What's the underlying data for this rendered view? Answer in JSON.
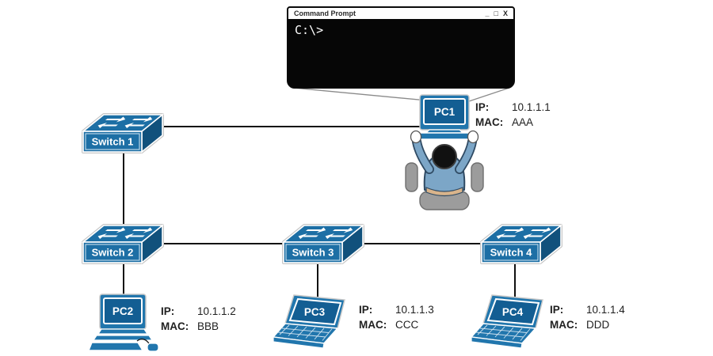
{
  "terminal": {
    "title": "Command Prompt",
    "minimize": "_",
    "maximize": "□",
    "close": "X",
    "prompt": "C:\\>"
  },
  "switches": [
    {
      "id": "switch1",
      "label": "Switch 1"
    },
    {
      "id": "switch2",
      "label": "Switch 2"
    },
    {
      "id": "switch3",
      "label": "Switch 3"
    },
    {
      "id": "switch4",
      "label": "Switch 4"
    }
  ],
  "pcs": [
    {
      "id": "pc1",
      "label": "PC1",
      "type": "user-workstation",
      "ip_label": "IP:",
      "ip": "10.1.1.1",
      "mac_label": "MAC:",
      "mac": "AAA"
    },
    {
      "id": "pc2",
      "label": "PC2",
      "type": "desktop",
      "ip_label": "IP:",
      "ip": "10.1.1.2",
      "mac_label": "MAC:",
      "mac": "BBB"
    },
    {
      "id": "pc3",
      "label": "PC3",
      "type": "laptop",
      "ip_label": "IP:",
      "ip": "10.1.1.3",
      "mac_label": "MAC:",
      "mac": "CCC"
    },
    {
      "id": "pc4",
      "label": "PC4",
      "type": "laptop",
      "ip_label": "IP:",
      "ip": "10.1.1.4",
      "mac_label": "MAC:",
      "mac": "DDD"
    }
  ],
  "connections": [
    {
      "from": "switch1",
      "to": "pc1"
    },
    {
      "from": "switch1",
      "to": "switch2"
    },
    {
      "from": "switch2",
      "to": "switch3"
    },
    {
      "from": "switch3",
      "to": "switch4"
    },
    {
      "from": "switch2",
      "to": "pc2"
    },
    {
      "from": "switch3",
      "to": "pc3"
    },
    {
      "from": "switch4",
      "to": "pc4"
    }
  ],
  "colors": {
    "device_blue": "#1d6fa5",
    "device_blue_dark": "#11517c",
    "screen_blue": "#135e93",
    "link_line": "#111111",
    "callout_line": "#8a8a8a",
    "text": "#1f1f1f"
  }
}
